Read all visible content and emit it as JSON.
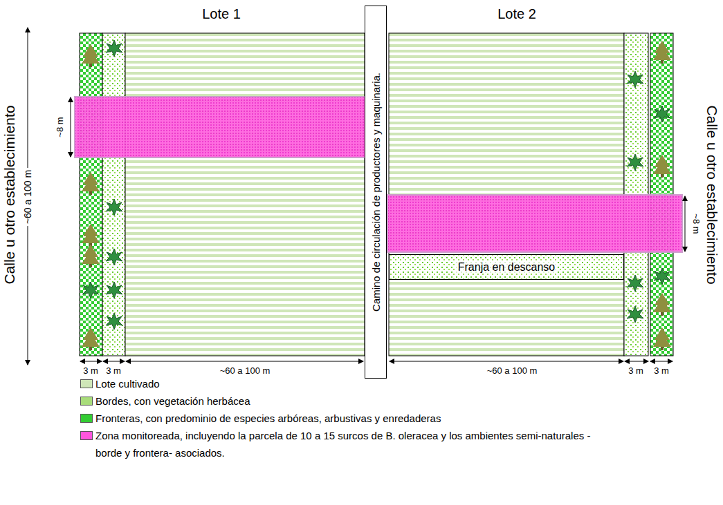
{
  "diagram": {
    "nodes": [
      {
        "text": [
          "Camino de circulación de productores y maquinaria."
        ]
      },
      {
        "text": [
          "Franja en descanso"
        ]
      }
    ],
    "labels": [
      "Lote 1",
      "Lote 2",
      "Calle u otro establecimiento",
      "~60 a 100 m",
      "~8 m",
      "Calle u otro establecimiento",
      "~8 m",
      "3 m",
      "3 m",
      "~60 a 100 m",
      "~60 a 100 m",
      "3 m",
      "3 m"
    ],
    "legend": [
      {
        "text": "Lote cultivado",
        "color": "#cfe6b8"
      },
      {
        "text": "Bordes, con vegetación herbácea",
        "color": "#a8dc7a"
      },
      {
        "text": "Fronteras, con predominio de especies arbóreas, arbustivas y enredaderas",
        "color": "#33cc33"
      },
      {
        "text": "Zona monitoreada, incluyendo la parcela de 10 a 15 surcos de B. oleracea y los ambientes semi-naturales -borde y frontera- asociados.",
        "color": "#ff55dd"
      }
    ]
  }
}
